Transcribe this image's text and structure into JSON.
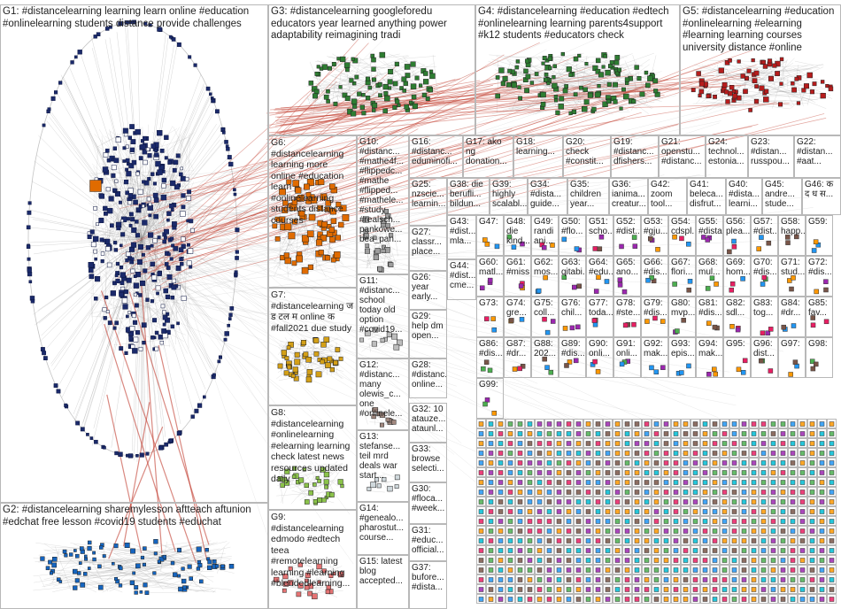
{
  "groups": [
    {
      "id": "G1",
      "label": "G1: #distancelearning learning learn online #education #onlinelearning students distance provide challenges"
    },
    {
      "id": "G2",
      "label": "G2: #distancelearning sharemylesson aftteach aftunion #edchat free lesson #covid19 students #educhat"
    },
    {
      "id": "G3",
      "label": "G3: #distancelearning googleforedu educators year learned anything power adaptability reimagining tradi"
    },
    {
      "id": "G4",
      "label": "G4: #distancelearning #education #edtech #onlinelearning learning parents4support #k12 students #educators check"
    },
    {
      "id": "G5",
      "label": "G5: #distancelearning #education #onlinelearning #elearning #learning learning courses university distance #online"
    },
    {
      "id": "G6",
      "label": "G6: #distancelearning learning more online #education learn #onlinelearning students distance courses"
    },
    {
      "id": "G7",
      "label": "G7: #distancelearning ज ड टल म online क #fall2021 due study"
    },
    {
      "id": "G8",
      "label": "G8: #distancelearning #onlinelearning #elearning learning check latest news resources updated daily"
    },
    {
      "id": "G9",
      "label": "G9: #distancelearning edmodo #edtech teea #remotelearning learning #learning #blendedlearning..."
    },
    {
      "id": "G10",
      "label": "G10: #distanc... #mathe4f... #flippedc... #mathe #flipped... #mathele... #study #realsch... pankowe... bea_pan..."
    },
    {
      "id": "G11",
      "label": "G11: #distanc... school today old option #covid19..."
    },
    {
      "id": "G12",
      "label": "G12: #distanc... many olewis_c... one #onlinele..."
    },
    {
      "id": "G13",
      "label": "G13: stefanse... teil mrd deals war start..."
    },
    {
      "id": "G14",
      "label": "G14: #genealo... pharostut... course..."
    },
    {
      "id": "G15",
      "label": "G15: latest blog accepted..."
    },
    {
      "id": "G16",
      "label": "G16: #distanc... eduminofi..."
    },
    {
      "id": "G17",
      "label": "G17: ako ng donation..."
    },
    {
      "id": "G18",
      "label": "G18: learning..."
    },
    {
      "id": "G19",
      "label": "G19: #distanc... dfishers..."
    },
    {
      "id": "G20",
      "label": "G20: check #constit..."
    },
    {
      "id": "G21",
      "label": "G21: openstu... #distanc..."
    },
    {
      "id": "G22",
      "label": "G22: #distan... #aat..."
    },
    {
      "id": "G23",
      "label": "G23: #distan... russpou..."
    },
    {
      "id": "G24",
      "label": "G24: technol... estonia..."
    },
    {
      "id": "G25",
      "label": "G25: nzscie... learnin..."
    },
    {
      "id": "G26",
      "label": "G26: year early..."
    },
    {
      "id": "G27",
      "label": "G27: classr... place..."
    },
    {
      "id": "G28",
      "label": "G28: #distanc... online..."
    },
    {
      "id": "G29",
      "label": "G29: help dm open..."
    },
    {
      "id": "G30",
      "label": "G30: #floca... #week..."
    },
    {
      "id": "G31",
      "label": "G31: #educ... official..."
    },
    {
      "id": "G32",
      "label": "G32: 10 atauze... ataunl..."
    },
    {
      "id": "G33",
      "label": "G33: browse selecti..."
    },
    {
      "id": "G34",
      "label": "G34: #dista... guide..."
    },
    {
      "id": "G35",
      "label": "G35: children year..."
    },
    {
      "id": "G36",
      "label": "G36: ianima... creatur..."
    },
    {
      "id": "G37",
      "label": "G37: bufore... #dista..."
    },
    {
      "id": "G38",
      "label": "G38: die berufli... bildun..."
    },
    {
      "id": "G39",
      "label": "G39: highly scalabl..."
    },
    {
      "id": "G40",
      "label": "G40: #dista... learni..."
    },
    {
      "id": "G41",
      "label": "G41: beleca... disfrut..."
    },
    {
      "id": "G42",
      "label": "G42: zoom tool..."
    },
    {
      "id": "G43",
      "label": "G43: #dist... mla..."
    },
    {
      "id": "G44",
      "label": "G44: #dist... cme..."
    },
    {
      "id": "G45",
      "label": "G45: andre... stude..."
    },
    {
      "id": "G46",
      "label": "G46: क द ध स..."
    }
  ],
  "small_groups": [
    "G47:",
    "G48: die kind...",
    "G49: randi ani...",
    "G50: #flo...",
    "G51: scho...",
    "G52: #dist...",
    "G53: #gju...",
    "G54: cdspl...",
    "G55: #dista...",
    "G56: plea...",
    "G57: #dist...",
    "G58: happ...",
    "G59:",
    "G60: matl...",
    "G61: #miss...",
    "G62: mos...",
    "G63: qitabi...",
    "G64: #edu...",
    "G65: ano...",
    "G66: #dis...",
    "G67: flori...",
    "G68: mul...",
    "G69: hom...",
    "G70: #dis...",
    "G71: stud...",
    "G72: #dis...",
    "G73:",
    "G74: gre...",
    "G75: coll...",
    "G76: chil...",
    "G77: toda...",
    "G78: #ste...",
    "G79: #dis...",
    "G80: mvp...",
    "G81: #dis...",
    "G82: sdl...",
    "G83: tog...",
    "G84: #dr...",
    "G85: fav...",
    "G86: #dis...",
    "G87: #dr...",
    "G88: 202...",
    "G89: #dis...",
    "G90: onli...",
    "G91: onli...",
    "G92: mak...",
    "G93: epis...",
    "G94: mak...",
    "G95:",
    "G96: dist...",
    "G97:",
    "G98:",
    "G99:"
  ],
  "colors": {
    "edge_gray": "#8a8a8a",
    "edge_red": "#c0392b",
    "panel_border": "#b8b8b8",
    "cluster_navy": "#1b2a6b",
    "cluster_green": "#2e7d32",
    "cluster_blue": "#1565c0",
    "cluster_red": "#b71c1c",
    "cluster_orange": "#e06b00"
  }
}
